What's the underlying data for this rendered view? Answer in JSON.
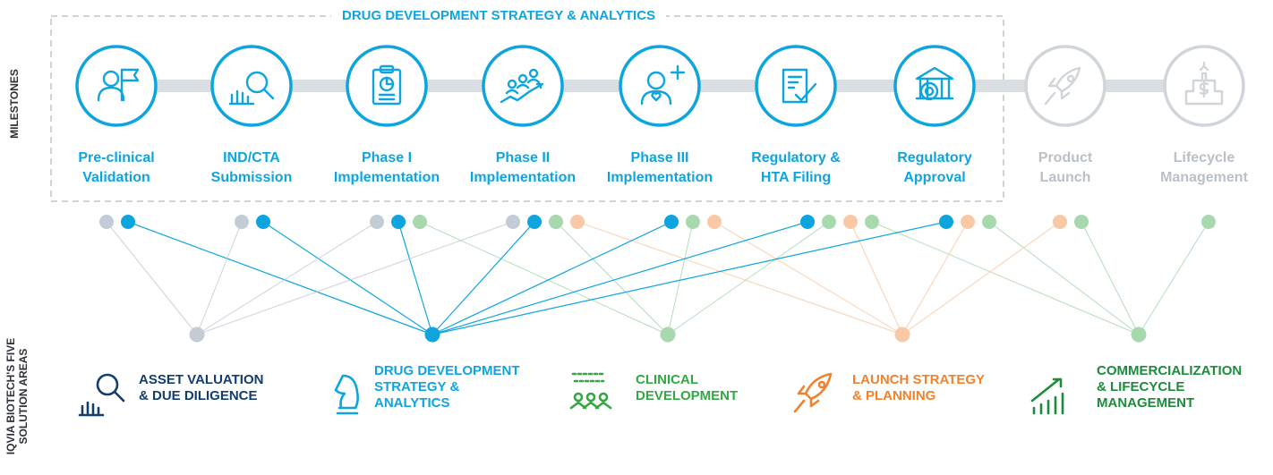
{
  "frame": {
    "title": "DRUG DEVELOPMENT STRATEGY & ANALYTICS"
  },
  "side_labels": {
    "milestones": "MILESTONES",
    "solution_areas": [
      "IQVIA BIOTECH'S FIVE",
      "SOLUTION AREAS"
    ]
  },
  "colors": {
    "blue": "#0ea5df",
    "grey": "#c3cbd5",
    "track": "#d9dee3",
    "faded_icon": "#cfd5db",
    "faded_text": "#b9c0c7",
    "clinical": "#a8d8ad",
    "launch": "#f9c8a6",
    "asset_text": "#123e6d",
    "clinical_text": "#32a845",
    "launch_text": "#f0822d",
    "commercial_text": "#1b8c3c"
  },
  "milestones": [
    {
      "id": "preclinical",
      "lines": [
        "Pre-clinical",
        "Validation"
      ],
      "icon": "person-flag-icon",
      "active": true
    },
    {
      "id": "ind",
      "lines": [
        "IND/CTA",
        "Submission"
      ],
      "icon": "chart-magnifier-icon",
      "active": true
    },
    {
      "id": "phase1",
      "lines": [
        "Phase I",
        "Implementation"
      ],
      "icon": "clipboard-chart-icon",
      "active": true
    },
    {
      "id": "phase2",
      "lines": [
        "Phase II",
        "Implementation"
      ],
      "icon": "people-growth-icon",
      "active": true
    },
    {
      "id": "phase3",
      "lines": [
        "Phase III",
        "Implementation"
      ],
      "icon": "person-heart-plus-icon",
      "active": true
    },
    {
      "id": "filing",
      "lines": [
        "Regulatory &",
        "HTA Filing"
      ],
      "icon": "document-check-icon",
      "active": true
    },
    {
      "id": "approval",
      "lines": [
        "Regulatory",
        "Approval"
      ],
      "icon": "building-badge-icon",
      "active": true
    },
    {
      "id": "launch",
      "lines": [
        "Product",
        "Launch"
      ],
      "icon": "rocket-icon",
      "active": false
    },
    {
      "id": "lifecycle",
      "lines": [
        "Lifecycle",
        "Management"
      ],
      "icon": "building-dollar-icon",
      "active": false
    }
  ],
  "solution_areas": [
    {
      "id": "asset",
      "lines": [
        "ASSET VALUATION",
        "& DUE DILIGENCE"
      ],
      "icon": "chart-magnifier-icon",
      "color": "asset_text",
      "node_color": "grey"
    },
    {
      "id": "dds",
      "lines": [
        "DRUG DEVELOPMENT",
        "STRATEGY &",
        "ANALYTICS"
      ],
      "icon": "chess-knight-icon",
      "color": "blue",
      "node_color": "blue"
    },
    {
      "id": "clinical",
      "lines": [
        "CLINICAL",
        "DEVELOPMENT"
      ],
      "icon": "people-network-icon",
      "color": "clinical_text",
      "node_color": "clinical"
    },
    {
      "id": "launchsa",
      "lines": [
        "LAUNCH STRATEGY",
        "& PLANNING"
      ],
      "icon": "rocket-icon",
      "color": "launch_text",
      "node_color": "launch"
    },
    {
      "id": "commercial",
      "lines": [
        "COMMERCIALIZATION",
        "& LIFECYCLE",
        "MANAGEMENT"
      ],
      "icon": "bar-growth-icon",
      "color": "commercial_text",
      "node_color": "clinical"
    }
  ],
  "connections": [
    {
      "milestone": "preclinical",
      "areas": [
        "asset",
        "dds"
      ]
    },
    {
      "milestone": "ind",
      "areas": [
        "asset",
        "dds"
      ]
    },
    {
      "milestone": "phase1",
      "areas": [
        "asset",
        "dds",
        "clinical"
      ]
    },
    {
      "milestone": "phase2",
      "areas": [
        "asset",
        "dds",
        "clinical",
        "launchsa"
      ]
    },
    {
      "milestone": "phase3",
      "areas": [
        "dds",
        "clinical",
        "launchsa"
      ]
    },
    {
      "milestone": "filing",
      "areas": [
        "dds",
        "clinical",
        "launchsa",
        "commercial"
      ]
    },
    {
      "milestone": "approval",
      "areas": [
        "dds",
        "launchsa",
        "commercial"
      ]
    },
    {
      "milestone": "launch",
      "areas": [
        "launchsa",
        "commercial"
      ]
    },
    {
      "milestone": "lifecycle",
      "areas": [
        "commercial"
      ]
    }
  ]
}
